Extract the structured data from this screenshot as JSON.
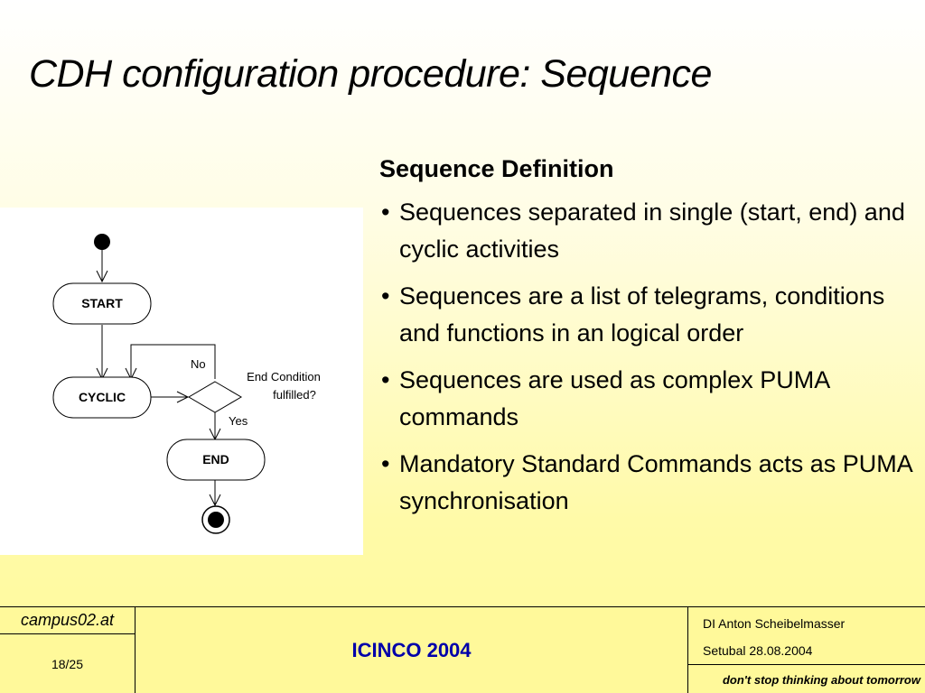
{
  "slide": {
    "title": "CDH configuration procedure: Sequence",
    "heading": "Sequence Definition",
    "bullet_marker": "•",
    "bullets": [
      "Sequences separated in single (start, end) and cyclic activities",
      "Sequences are a list of telegrams, conditions and functions in an logical order",
      "Sequences are used as complex PUMA commands",
      "Mandatory Standard Commands acts as PUMA synchronisation"
    ]
  },
  "diagram": {
    "start_label": "START",
    "cyclic_label": "CYCLIC",
    "end_label": "END",
    "decision_line1": "End Condition",
    "decision_line2": "fulfilled?",
    "no_label": "No",
    "yes_label": "Yes"
  },
  "footer": {
    "site": "campus02.at",
    "page": "18/25",
    "conference": "ICINCO 2004",
    "author": "DI Anton Scheibelmasser",
    "place_date": "Setubal 28.08.2004",
    "slogan": "don't stop thinking about tomorrow"
  },
  "colors": {
    "conference_text": "#0000aa",
    "background_bottom": "#fff99a"
  }
}
